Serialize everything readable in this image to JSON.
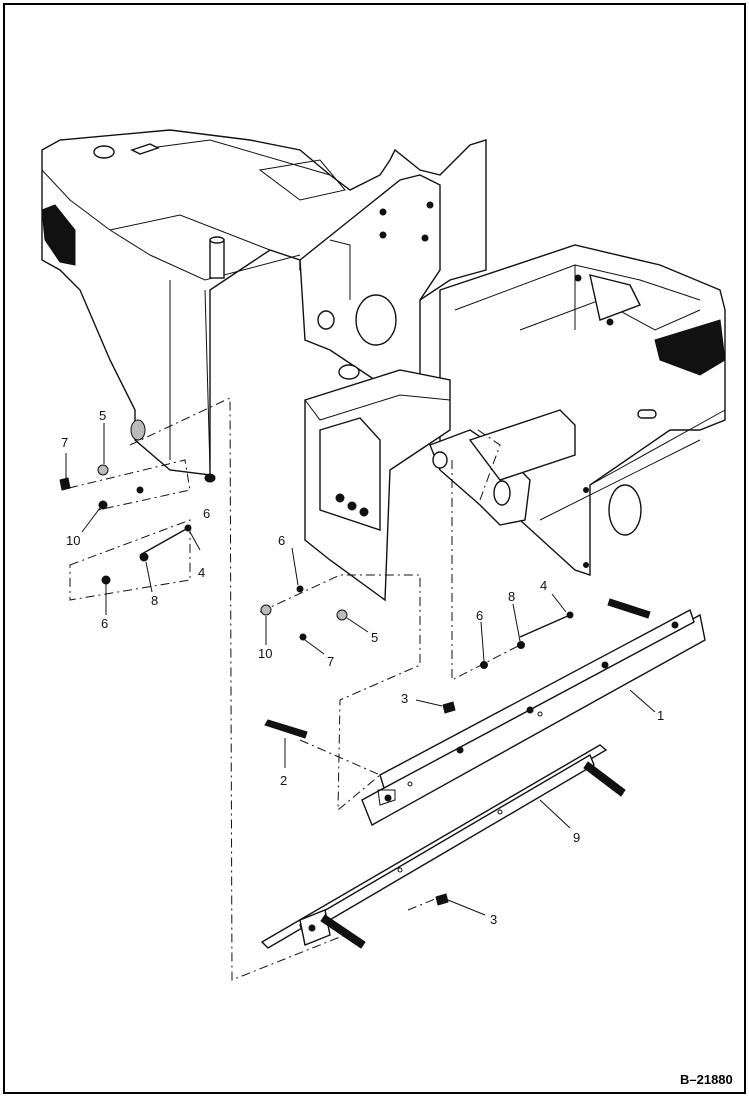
{
  "drawing": {
    "reference_number": "B–21880",
    "callouts": {
      "c1": "1",
      "c2": "2",
      "c3a": "3",
      "c3b": "3",
      "c4a": "4",
      "c4b": "4",
      "c5a": "5",
      "c5b": "5",
      "c6a": "6",
      "c6b": "6",
      "c6c": "6",
      "c6d": "6",
      "c7a": "7",
      "c7b": "7",
      "c8a": "8",
      "c8b": "8",
      "c9": "9",
      "c10a": "10",
      "c10b": "10"
    }
  }
}
